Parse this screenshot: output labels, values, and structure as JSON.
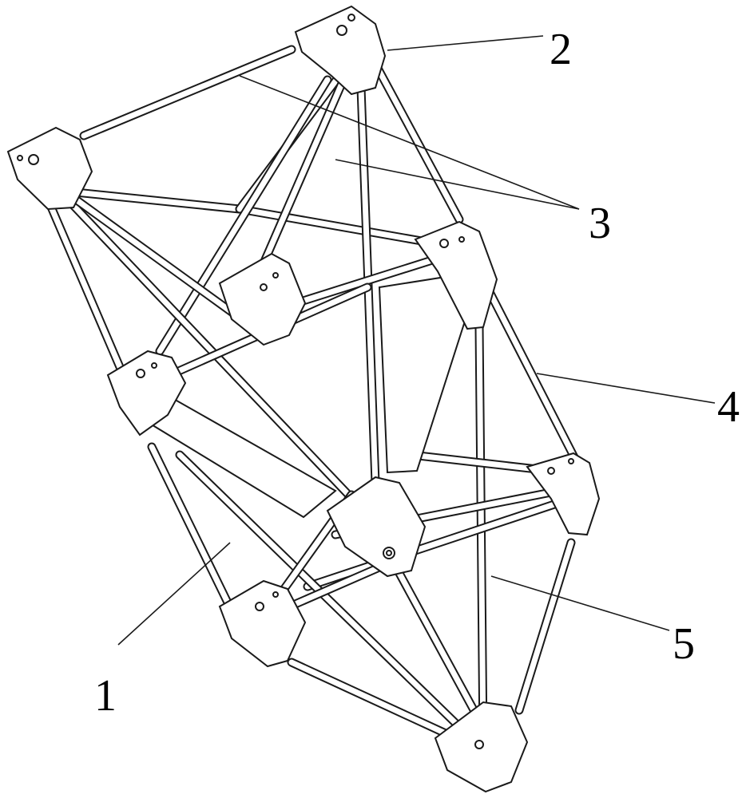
{
  "figure": {
    "callouts": [
      {
        "id": "callout-1",
        "label": "1"
      },
      {
        "id": "callout-2",
        "label": "2"
      },
      {
        "id": "callout-3",
        "label": "3"
      },
      {
        "id": "callout-4",
        "label": "4"
      },
      {
        "id": "callout-5",
        "label": "5"
      }
    ],
    "colors": {
      "line": "#1a1a1a",
      "background": "#ffffff"
    }
  }
}
